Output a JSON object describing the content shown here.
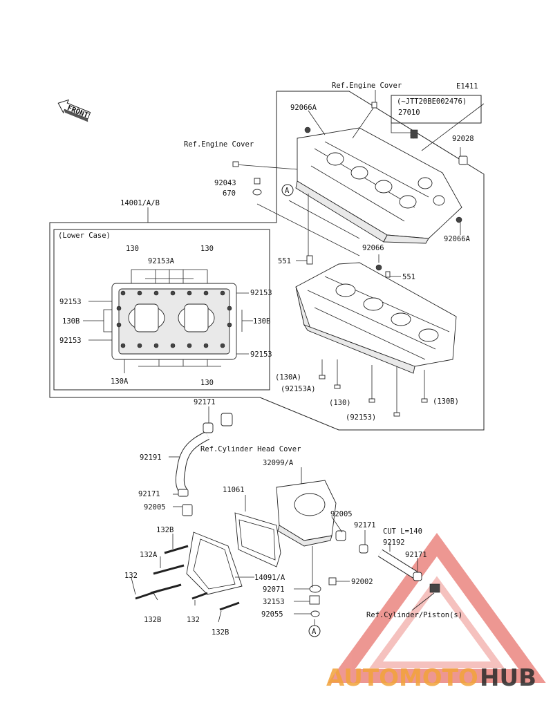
{
  "diagram_code": "E1411",
  "front_label": "FRONT",
  "lower_case_label": "(Lower Case)",
  "refs": {
    "engine_cover_top": "Ref.Engine Cover",
    "engine_cover_left": "Ref.Engine Cover",
    "cylinder_head_cover": "Ref.Cylinder Head Cover",
    "cylinder_piston": "Ref.Cylinder/Piston(s)"
  },
  "serial_note": "(~JTT20BE002476)",
  "cut_note": "CUT L=140",
  "parts": {
    "p92066A_top": "92066A",
    "p27010": "27010",
    "p92028": "92028",
    "p92043": "92043",
    "p670": "670",
    "p14001": "14001/A/B",
    "p92066A_right": "92066A",
    "p92066": "92066",
    "p551_left": "551",
    "p551_right": "551",
    "p130_a": "130",
    "p130_b": "130",
    "p92153A": "92153A",
    "p92153_r1": "92153",
    "p92153_l1": "92153",
    "p130B_l": "130B",
    "p130B_r": "130B",
    "p92153_l2": "92153",
    "p92153_r2": "92153",
    "p130A": "130A",
    "p130_c": "130",
    "p130A_paren": "(130A)",
    "p92153A_paren": "(92153A)",
    "p130_paren": "(130)",
    "p130B_paren": "(130B)",
    "p92153_paren": "(92153)",
    "p92171_top": "92171",
    "p92191": "92191",
    "p32099": "32099/A",
    "p92171_mid": "92171",
    "p92005_left": "92005",
    "p11061": "11061",
    "p92005_right": "92005",
    "p92171_right": "92171",
    "p92192": "92192",
    "p92171_far": "92171",
    "p132B_top": "132B",
    "p132A": "132A",
    "p14091": "14091/A",
    "p132_left": "132",
    "p92002": "92002",
    "p92071": "92071",
    "p32153": "32153",
    "p132B_bl": "132B",
    "p132_bm": "132",
    "p132B_br": "132B",
    "p92055": "92055"
  },
  "circle_marker": "A",
  "watermark": {
    "part1": "AUTOMOTO",
    "part2": "HUB",
    "color1": "#f2a33a",
    "color2": "#2b2b2b",
    "triangle_color": "#e0433a"
  }
}
